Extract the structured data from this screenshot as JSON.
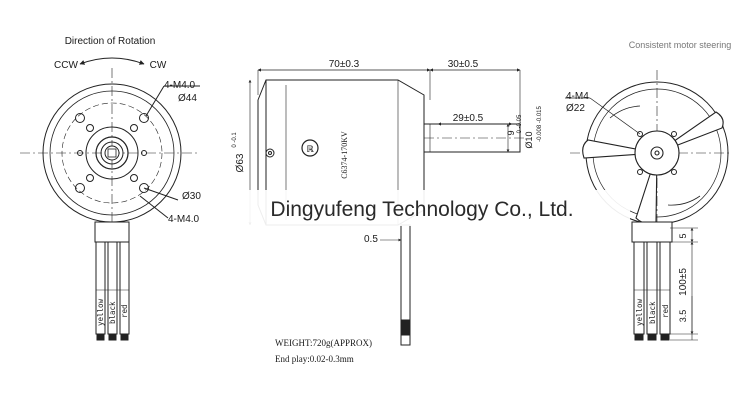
{
  "front_view": {
    "rotation_title": "Direction of Rotation",
    "ccw": "CCW",
    "cw": "CW",
    "holes_outer": "4-M4.0",
    "holes_outer_pcd": "Ø44",
    "holes_inner_pcd": "Ø30",
    "holes_inner": "4-M4.0",
    "wire_labels": [
      "yellow",
      "black",
      "red"
    ]
  },
  "side_view": {
    "body_length": "70±0.3",
    "shaft_length": "30±0.5",
    "shaft_step": "29±0.5",
    "body_diameter": "Ø63",
    "body_diameter_tol": "0 -0.1",
    "shaft_dia_9": "9",
    "shaft_dia_9_tol": "0 -0.05",
    "shaft_dia_10": "Ø10",
    "shaft_dia_10_tol": "-0.008 -0.015",
    "model_label": "C6374-170KV",
    "lead_offset": "0.5",
    "weight": "WEIGHT:720g(APPROX)",
    "end_play": "End play:0.02-0.3mm"
  },
  "rear_view": {
    "note": "Consistent motor steering",
    "holes": "4-M4",
    "holes_pcd": "Ø22",
    "lead_gap": "5",
    "lead_length": "100±5",
    "lead_strip": "3.5",
    "wire_labels": [
      "yellow",
      "black",
      "red"
    ]
  },
  "watermark": "Dingyufeng Technology Co., Ltd."
}
